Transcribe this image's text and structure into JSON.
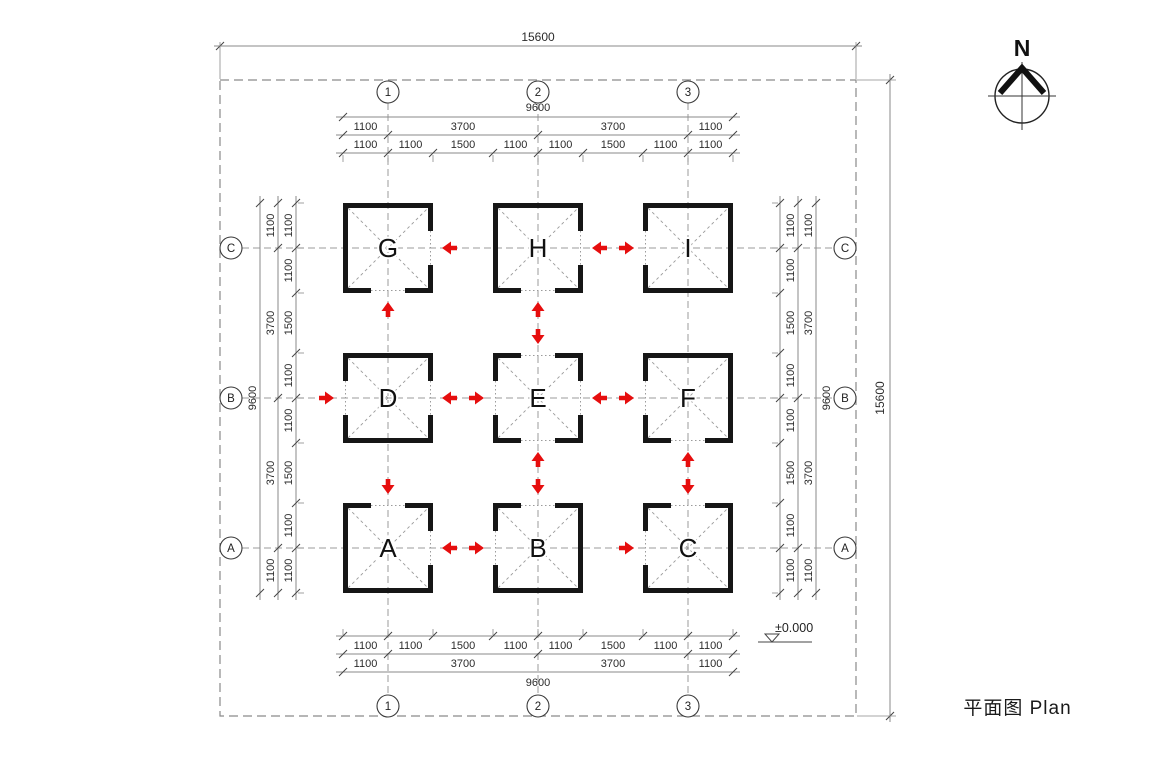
{
  "drawing": {
    "title": "平面图 Plan",
    "north_label": "N",
    "level_label": "±0.000",
    "overall": {
      "width_label": "15600",
      "height_label": "15600"
    },
    "axis_bubbles": {
      "columns": [
        "1",
        "2",
        "3"
      ],
      "rows": [
        "C",
        "B",
        "A"
      ]
    },
    "dim_chain": {
      "total": "9600",
      "groups": [
        "1100",
        "3700",
        "3700",
        "1100"
      ],
      "segments": [
        "1100",
        "1100",
        "1500",
        "1100",
        "1100",
        "1500",
        "1100",
        "1100"
      ]
    },
    "rooms": [
      {
        "label": "G",
        "col": 0,
        "row": 0,
        "openings": [
          "right",
          "bottom"
        ]
      },
      {
        "label": "H",
        "col": 1,
        "row": 0,
        "openings": [
          "right",
          "bottom"
        ]
      },
      {
        "label": "I",
        "col": 2,
        "row": 0,
        "openings": [
          "left"
        ]
      },
      {
        "label": "D",
        "col": 0,
        "row": 1,
        "openings": [
          "left",
          "right"
        ]
      },
      {
        "label": "E",
        "col": 1,
        "row": 1,
        "openings": [
          "top",
          "left",
          "right",
          "bottom"
        ]
      },
      {
        "label": "F",
        "col": 2,
        "row": 1,
        "openings": [
          "left",
          "bottom"
        ]
      },
      {
        "label": "A",
        "col": 0,
        "row": 2,
        "openings": [
          "top",
          "right"
        ]
      },
      {
        "label": "B",
        "col": 1,
        "row": 2,
        "openings": [
          "top",
          "left"
        ]
      },
      {
        "label": "C",
        "col": 2,
        "row": 2,
        "openings": [
          "top",
          "left"
        ]
      }
    ],
    "colors": {
      "arrow_red": "#e60e0e",
      "wall": "#161616",
      "dim_line": "#8a8a8a",
      "dim_text": "#2b2b2b",
      "grid_line": "#9b9b9b",
      "boundary": "#8a8a8a",
      "room_label": "#111111"
    }
  }
}
